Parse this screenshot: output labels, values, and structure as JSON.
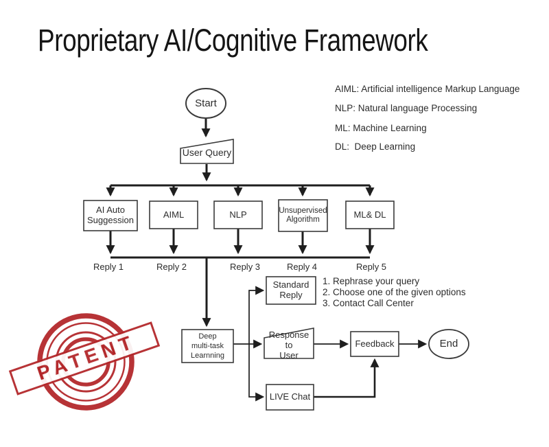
{
  "title": "Proprietary AI/Cognitive Framework",
  "legend": {
    "item1": "AIML: Artificial intelligence Markup Language",
    "item2": "NLP: Natural language Processing",
    "item3": "ML: Machine Learning",
    "item4": "DL:  Deep Learning"
  },
  "flow": {
    "start": "Start",
    "user_query": "User Query",
    "box1_line1": "AI Auto",
    "box1_line2": "Suggession",
    "box2": "AIML",
    "box3": "NLP",
    "box4_line1": "Unsupervised",
    "box4_line2": "Algorithm",
    "box5": "ML& DL",
    "reply1": "Reply 1",
    "reply2": "Reply 2",
    "reply3": "Reply 3",
    "reply4": "Reply 4",
    "reply5": "Reply 5",
    "deep_line1": "Deep",
    "deep_line2": "multi-task",
    "deep_line3": "Learnning",
    "standard_line1": "Standard",
    "standard_line2": "Reply",
    "response_line1": "Response to",
    "response_line2": "User",
    "live_chat": "LIVE Chat",
    "feedback": "Feedback",
    "end": "End"
  },
  "instructions": {
    "line1": "1. Rephrase your query",
    "line2": "2. Choose one of the given options",
    "line3": "3. Contact Call Center"
  },
  "stamp": {
    "text": "PATENT"
  },
  "colors": {
    "connector": "#1e1e1e",
    "node_border": "#3a3a3a",
    "text": "#2d2d2d",
    "stamp_red": "#b22427"
  }
}
